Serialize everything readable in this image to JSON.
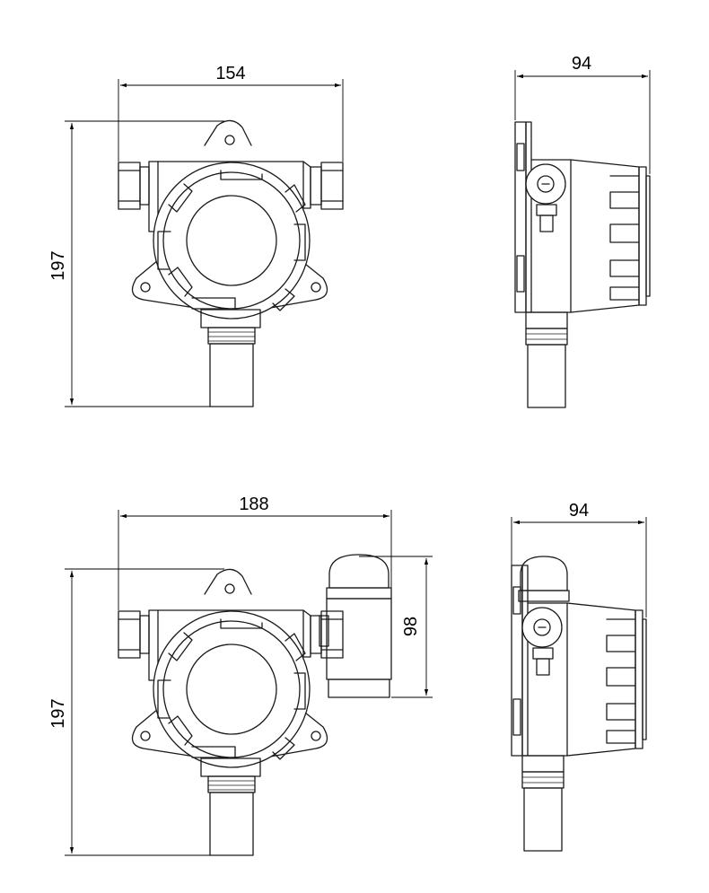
{
  "dimensions": {
    "top_front_width": "154",
    "top_front_height": "197",
    "top_side_depth": "94",
    "bottom_front_width": "188",
    "bottom_front_height": "197",
    "bottom_sensor_height": "98",
    "bottom_side_depth": "94"
  },
  "colors": {
    "line": "#1a1a1a",
    "background": "#ffffff"
  }
}
